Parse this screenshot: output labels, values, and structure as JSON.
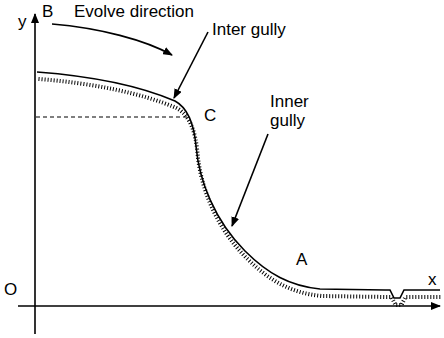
{
  "diagram": {
    "labels": [
      "y",
      "B",
      "Evolve direction",
      "Inter gully",
      "C",
      "Inner gully",
      "A",
      "O",
      "x"
    ]
  }
}
